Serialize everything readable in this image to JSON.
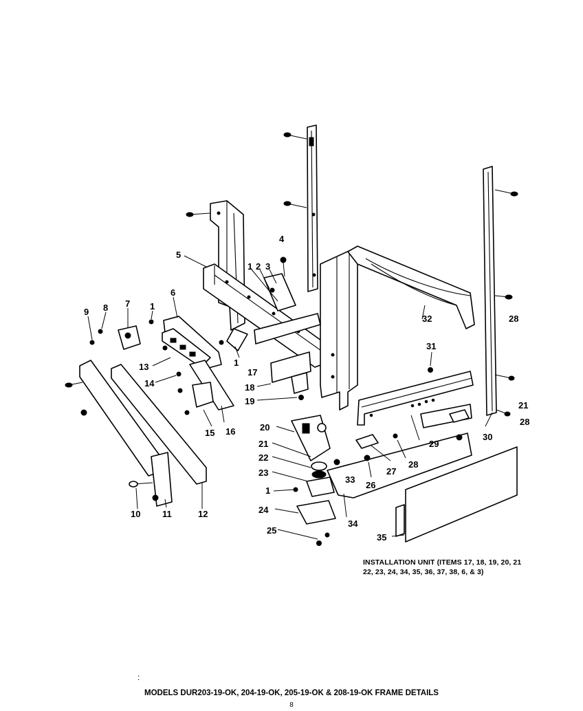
{
  "diagram": {
    "callouts": {
      "c1a": "1",
      "c1b": "1",
      "c1c": "1",
      "c1d": "1",
      "c2": "2",
      "c3": "3",
      "c4": "4",
      "c5": "5",
      "c6": "6",
      "c7": "7",
      "c8": "8",
      "c9": "9",
      "c10": "10",
      "c11": "11",
      "c12": "12",
      "c13": "13",
      "c14": "14",
      "c15": "15",
      "c16": "16",
      "c17": "17",
      "c18": "18",
      "c19": "19",
      "c20": "20",
      "c21a": "21",
      "c21b": "21",
      "c22": "22",
      "c23": "23",
      "c24": "24",
      "c25": "25",
      "c26": "26",
      "c27": "27",
      "c28a": "28",
      "c28b": "28",
      "c28c": "28",
      "c29": "29",
      "c30": "30",
      "c31": "31",
      "c32": "32",
      "c33": "33",
      "c34": "34",
      "c35": "35"
    },
    "note_line1": "INSTALLATION UNIT (ITEMS 17, 18, 19, 20, 21",
    "note_line2": "22, 23, 24, 34, 35, 36, 37, 38, 6, & 3)",
    "caption": "MODELS DUR203-19-OK, 204-19-OK, 205-19-OK & 208-19-OK FRAME DETAILS",
    "page_number": "8",
    "mark": ":"
  }
}
